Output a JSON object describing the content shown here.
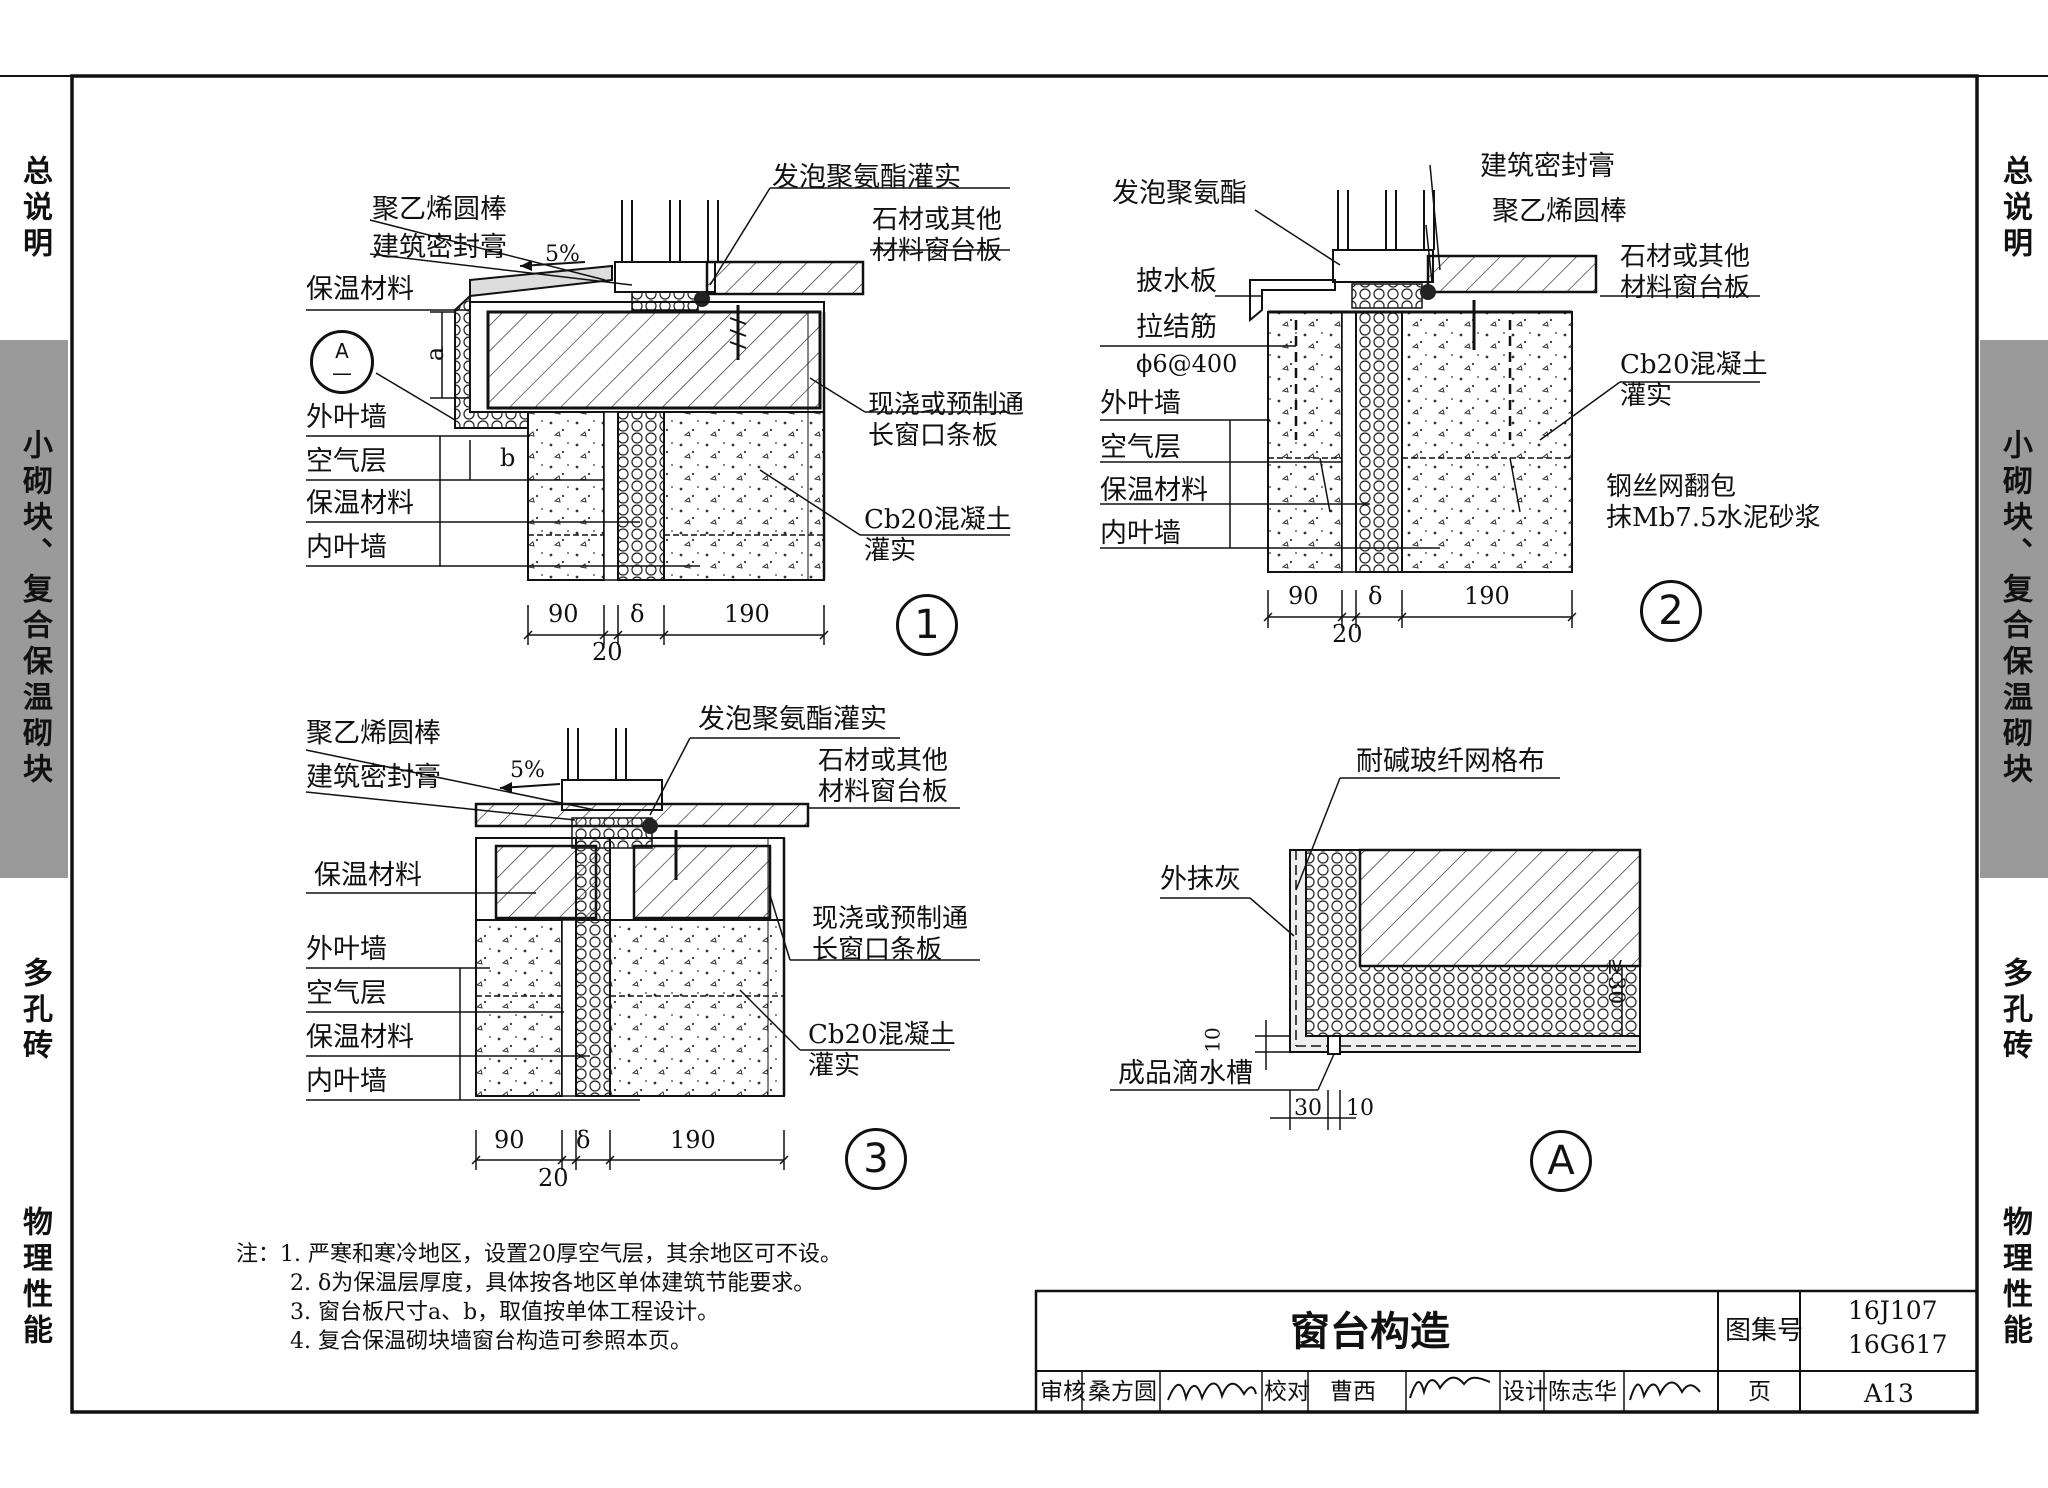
{
  "side_tabs_left": [
    "总说明",
    "小砌块、复合保温砌块",
    "多孔砖",
    "物理性能"
  ],
  "side_tabs_right": [
    "总说明",
    "小砌块、复合保温砌块",
    "多孔砖",
    "物理性能"
  ],
  "detail1": {
    "number": "1",
    "labels": {
      "foam": "发泡聚氨酯灌实",
      "rod": "聚乙烯圆棒",
      "sealant": "建筑密封膏",
      "slope": "5%",
      "insul_top": "保温材料",
      "board": "石材或其他\n材料窗台板",
      "lintel": "现浇或预制通\n长窗口条板",
      "concrete": "Cb20混凝土\n灌实",
      "outer_leaf": "外叶墙",
      "air": "空气层",
      "insulation": "保温材料",
      "inner_leaf": "内叶墙",
      "dim_a": "a",
      "dim_b": "b",
      "ref_top": "A",
      "ref_bottom": "—"
    },
    "dims": {
      "d1": "90",
      "d2": "δ",
      "d3": "190",
      "d4": "20"
    }
  },
  "detail2": {
    "number": "2",
    "labels": {
      "sealant": "建筑密封膏",
      "foam": "发泡聚氨酯",
      "rod": "聚乙烯圆棒",
      "drip": "披水板",
      "board": "石材或其他\n材料窗台板",
      "tie": "拉结筋",
      "tie_spec": "ϕ6@400",
      "concrete": "Cb20混凝土\n灌实",
      "outer_leaf": "外叶墙",
      "air": "空气层",
      "insulation": "保温材料",
      "inner_leaf": "内叶墙",
      "mesh": "钢丝网翻包\n抹Mb7.5水泥砂浆"
    },
    "dims": {
      "d1": "90",
      "d2": "δ",
      "d3": "190",
      "d4": "20"
    }
  },
  "detail3": {
    "number": "3",
    "labels": {
      "rod": "聚乙烯圆棒",
      "foam": "发泡聚氨酯灌实",
      "sealant": "建筑密封膏",
      "slope": "5%",
      "board": "石材或其他\n材料窗台板",
      "insul_top": "保温材料",
      "lintel": "现浇或预制通\n长窗口条板",
      "outer_leaf": "外叶墙",
      "air": "空气层",
      "insulation": "保温材料",
      "inner_leaf": "内叶墙",
      "concrete": "Cb20混凝土\n灌实"
    },
    "dims": {
      "d1": "90",
      "d2": "δ",
      "d3": "190",
      "d4": "20"
    }
  },
  "detailA": {
    "number": "A",
    "labels": {
      "mesh": "耐碱玻纤网格布",
      "render": "外抹灰",
      "drip_groove": "成品滴水槽"
    },
    "dims": {
      "ge30": "≥30",
      "d10v": "10",
      "d30": "30",
      "d10h": "10"
    }
  },
  "notes": [
    "注：1. 严寒和寒冷地区，设置20厚空气层，其余地区可不设。",
    "2. δ为保温层厚度，具体按各地区单体建筑节能要求。",
    "3. 窗台板尺寸a、b，取值按单体工程设计。",
    "4. 复合保温砌块墙窗台构造可参照本页。"
  ],
  "title_block": {
    "title": "窗台构造",
    "atlas_label": "图集号",
    "atlas_no_1": "16J107",
    "atlas_no_2": "16G617",
    "review_label": "审核",
    "reviewer": "桑方圆",
    "check_label": "校对",
    "checker": "曹西",
    "design_label": "设计",
    "designer": "陈志华",
    "page_label": "页",
    "page_no": "A13"
  }
}
